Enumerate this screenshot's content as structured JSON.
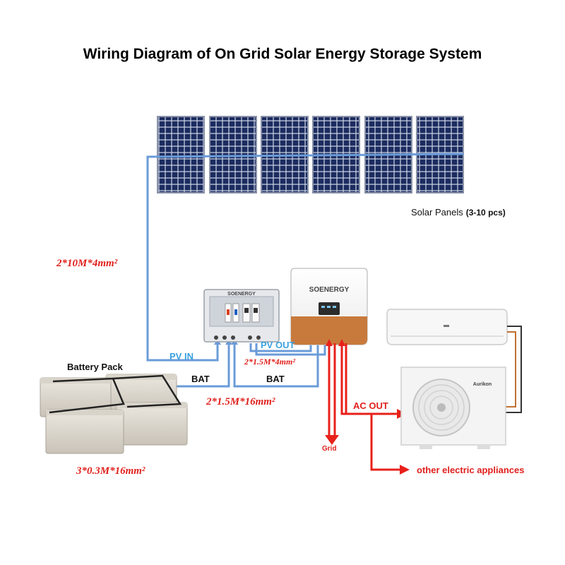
{
  "title": "Wiring Diagram of On Grid Solar Energy Storage System",
  "solar_panels": {
    "label": "Solar Panels",
    "count_text": "(3-10 pcs)"
  },
  "labels": {
    "pv_in": "PV IN",
    "pv_out": "PV OUT",
    "bat_left": "BAT",
    "bat_right": "BAT",
    "battery_pack": "Battery Pack",
    "ac_out": "AC OUT",
    "grid": "Grid",
    "other_appliances": "other electric appliances"
  },
  "cables": {
    "pv_cable": "2*10M*4mm²",
    "pv_out_cable": "2*1.5M*4mm²",
    "bat_cable": "2*1.5M*16mm²",
    "battery_link_cable": "3*0.3M*16mm²"
  },
  "brands": {
    "combiner_box": "SOENERGY",
    "inverter": "SOENERGY",
    "ac_outdoor": "Aurikon"
  },
  "colors": {
    "pv_wire": "#6a9bd8",
    "ac_wire": "#e8201a",
    "inverter_accent": "#c87a3c",
    "panel_cell": "#1a2a5c"
  }
}
